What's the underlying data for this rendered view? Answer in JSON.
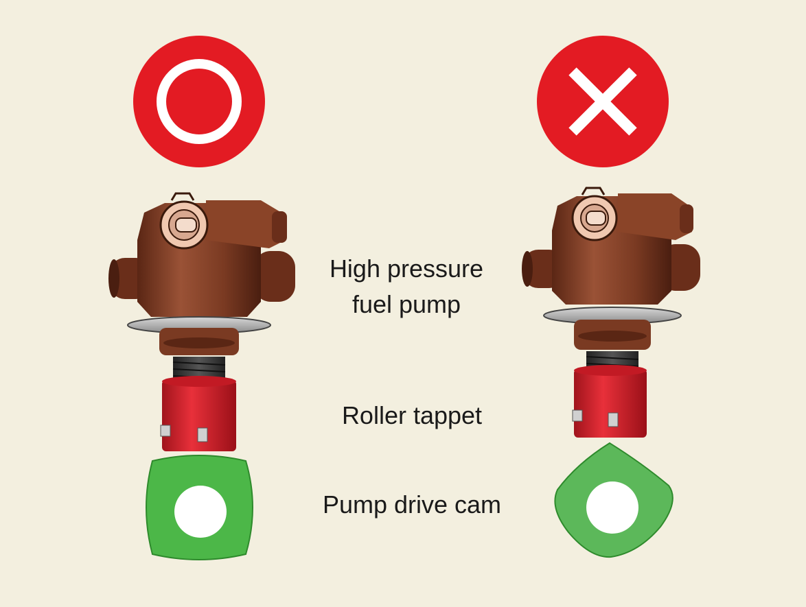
{
  "labels": {
    "pump_line1": "High pressure",
    "pump_line2": "fuel pump",
    "tappet": "Roller tappet",
    "cam": "Pump drive cam"
  },
  "symbols": {
    "correct": "circle-o",
    "incorrect": "cross-x"
  },
  "colors": {
    "background": "#f3efdf",
    "symbol_red": "#e31b23",
    "pump_body": "#7a3a22",
    "tappet_red": "#d81e28",
    "cam_green": "#4cb748"
  }
}
